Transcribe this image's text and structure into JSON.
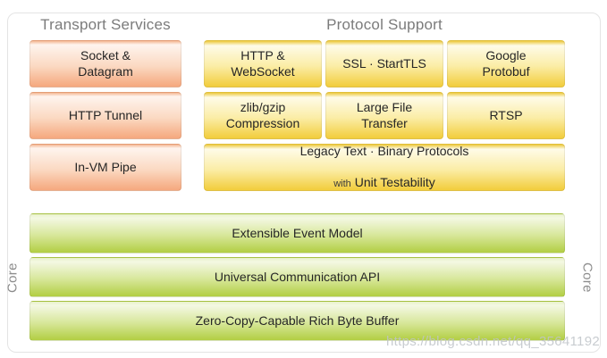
{
  "headers": {
    "transport": "Transport Services",
    "protocol": "Protocol Support"
  },
  "transport_boxes": [
    "Socket &\nDatagram",
    "HTTP Tunnel",
    "In-VM Pipe"
  ],
  "protocol_boxes": [
    "HTTP &\nWebSocket",
    "SSL · StartTLS",
    "Google\nProtobuf",
    "zlib/gzip\nCompression",
    "Large File\nTransfer",
    "RTSP"
  ],
  "legacy_box": {
    "line1": "Legacy Text · Binary Protocols",
    "with_prefix": "with",
    "line2": "Unit Testability"
  },
  "core_rows": [
    "Extensible Event Model",
    "Universal Communication API",
    "Zero-Copy-Capable Rich Byte Buffer"
  ],
  "core_label_left": "Core",
  "core_label_right": "Core",
  "watermark": "https://blog.csdn.net/qq_35641192",
  "colors": {
    "transport_box_gradient_top": "#fef4ee",
    "transport_box_gradient_bottom": "#f5a87e",
    "protocol_box_gradient_top": "#fefbe8",
    "protocol_box_gradient_bottom": "#f2cd3c",
    "core_row_gradient_top": "#f4f8e3",
    "core_row_gradient_bottom": "#b2ce43",
    "section_title_text": "#7b7b7b",
    "box_text": "#262626",
    "frame_border": "#e4e4e4",
    "watermark_text": "#c3c8cd"
  }
}
